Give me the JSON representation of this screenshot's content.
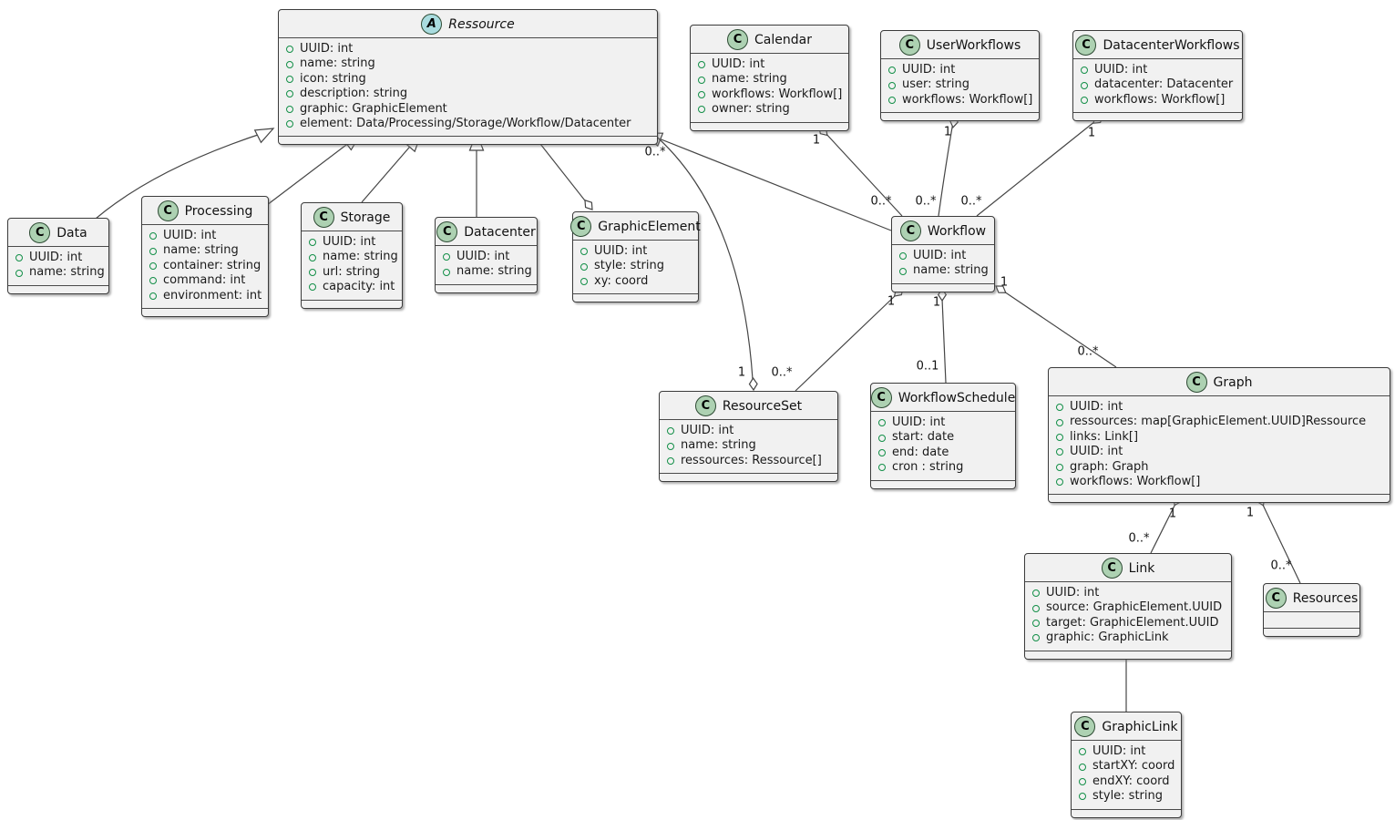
{
  "diagram": {
    "kind": "uml-class-diagram",
    "colors": {
      "box_fill": "#f1f1f1",
      "box_border": "#3b3b3b",
      "class_icon_fill": "#add1b2",
      "abstract_icon_fill": "#a9dcdf",
      "field_ring": "#128f47",
      "line": "#454545"
    }
  },
  "classes": [
    {
      "id": "ressource",
      "name": "Ressource",
      "kind": "abstract",
      "icon_letter": "A",
      "attributes": [
        "UUID: int",
        "name: string",
        "icon: string",
        "description: string",
        "graphic: GraphicElement",
        "element: Data/Processing/Storage/Workflow/Datacenter"
      ]
    },
    {
      "id": "calendar",
      "name": "Calendar",
      "kind": "class",
      "icon_letter": "C",
      "attributes": [
        "UUID: int",
        "name: string",
        "workflows: Workflow[]",
        "owner: string"
      ]
    },
    {
      "id": "user-workflows",
      "name": "UserWorkflows",
      "kind": "class",
      "icon_letter": "C",
      "attributes": [
        "UUID: int",
        "user: string",
        "workflows: Workflow[]"
      ]
    },
    {
      "id": "datacenter-workflows",
      "name": "DatacenterWorkflows",
      "kind": "class",
      "icon_letter": "C",
      "attributes": [
        "UUID: int",
        "datacenter: Datacenter",
        "workflows: Workflow[]"
      ]
    },
    {
      "id": "data",
      "name": "Data",
      "kind": "class",
      "icon_letter": "C",
      "attributes": [
        "UUID: int",
        "name: string"
      ]
    },
    {
      "id": "processing",
      "name": "Processing",
      "kind": "class",
      "icon_letter": "C",
      "attributes": [
        "UUID: int",
        "name: string",
        "container: string",
        "command: int",
        "environment: int"
      ]
    },
    {
      "id": "storage",
      "name": "Storage",
      "kind": "class",
      "icon_letter": "C",
      "attributes": [
        "UUID: int",
        "name: string",
        "url: string",
        "capacity: int"
      ]
    },
    {
      "id": "datacenter",
      "name": "Datacenter",
      "kind": "class",
      "icon_letter": "C",
      "attributes": [
        "UUID: int",
        "name: string"
      ]
    },
    {
      "id": "graphic-element",
      "name": "GraphicElement",
      "kind": "class",
      "icon_letter": "C",
      "attributes": [
        "UUID: int",
        "style: string",
        "xy: coord"
      ]
    },
    {
      "id": "workflow",
      "name": "Workflow",
      "kind": "class",
      "icon_letter": "C",
      "attributes": [
        "UUID: int",
        "name: string"
      ]
    },
    {
      "id": "resource-set",
      "name": "ResourceSet",
      "kind": "class",
      "icon_letter": "C",
      "attributes": [
        "UUID: int",
        "name: string",
        "ressources: Ressource[]"
      ]
    },
    {
      "id": "workflow-schedule",
      "name": "WorkflowSchedule",
      "kind": "class",
      "icon_letter": "C",
      "attributes": [
        "UUID: int",
        "start: date",
        "end: date",
        "cron : string"
      ]
    },
    {
      "id": "graph",
      "name": "Graph",
      "kind": "class",
      "icon_letter": "C",
      "attributes": [
        "UUID: int",
        "ressources: map[GraphicElement.UUID]Ressource",
        "links: Link[]",
        "UUID: int",
        "graph: Graph",
        "workflows: Workflow[]"
      ]
    },
    {
      "id": "link",
      "name": "Link",
      "kind": "class",
      "icon_letter": "C",
      "attributes": [
        "UUID: int",
        "source: GraphicElement.UUID",
        "target: GraphicElement.UUID",
        "graphic: GraphicLink"
      ]
    },
    {
      "id": "resources",
      "name": "Resources",
      "kind": "class",
      "icon_letter": "C",
      "attributes": []
    },
    {
      "id": "graphic-link",
      "name": "GraphicLink",
      "kind": "class",
      "icon_letter": "C",
      "attributes": [
        "UUID: int",
        "startXY: coord",
        "endXY: coord",
        "style: string"
      ]
    }
  ],
  "edges": [
    {
      "id": "data-ressource",
      "type": "generalization",
      "from": "Data",
      "to": "Ressource",
      "labels": []
    },
    {
      "id": "processing-ressource",
      "type": "generalization",
      "from": "Processing",
      "to": "Ressource",
      "labels": []
    },
    {
      "id": "storage-ressource",
      "type": "generalization",
      "from": "Storage",
      "to": "Ressource",
      "labels": []
    },
    {
      "id": "datacenter-ressource",
      "type": "generalization",
      "from": "Datacenter",
      "to": "Ressource",
      "labels": []
    },
    {
      "id": "workflow-ressource",
      "type": "generalization",
      "from": "Workflow",
      "to": "Ressource",
      "labels": []
    },
    {
      "id": "ressource-graphicelement",
      "type": "aggregation",
      "from": "Ressource",
      "to": "GraphicElement",
      "labels": []
    },
    {
      "id": "resourceset-ressource",
      "type": "aggregation",
      "from": "Ressource",
      "to": "ResourceSet",
      "labels": [
        "0..*",
        "1"
      ]
    },
    {
      "id": "calendar-workflow",
      "type": "aggregation",
      "from": "Workflow",
      "to": "Calendar",
      "labels": [
        "1",
        "0..*"
      ]
    },
    {
      "id": "userworkflows-workflow",
      "type": "aggregation",
      "from": "Workflow",
      "to": "UserWorkflows",
      "labels": [
        "1",
        "0..*"
      ]
    },
    {
      "id": "datacenterworkflows-workflow",
      "type": "aggregation",
      "from": "Workflow",
      "to": "DatacenterWorkflows",
      "labels": [
        "1",
        "0..*"
      ]
    },
    {
      "id": "workflow-resourceset",
      "type": "aggregation",
      "from": "ResourceSet",
      "to": "Workflow",
      "labels": [
        "1",
        "0..*"
      ]
    },
    {
      "id": "workflow-workflowschedule",
      "type": "aggregation",
      "from": "WorkflowSchedule",
      "to": "Workflow",
      "labels": [
        "1",
        "0..1"
      ]
    },
    {
      "id": "workflow-graph",
      "type": "aggregation",
      "from": "Graph",
      "to": "Workflow",
      "labels": [
        "1",
        "0..*"
      ]
    },
    {
      "id": "graph-link",
      "type": "aggregation",
      "from": "Link",
      "to": "Graph",
      "labels": [
        "1",
        "0..*"
      ]
    },
    {
      "id": "graph-resources",
      "type": "aggregation",
      "from": "Resources",
      "to": "Graph",
      "labels": [
        "1",
        "0..*"
      ]
    },
    {
      "id": "link-graphiclink",
      "type": "association",
      "from": "Link",
      "to": "GraphicLink",
      "labels": []
    }
  ]
}
